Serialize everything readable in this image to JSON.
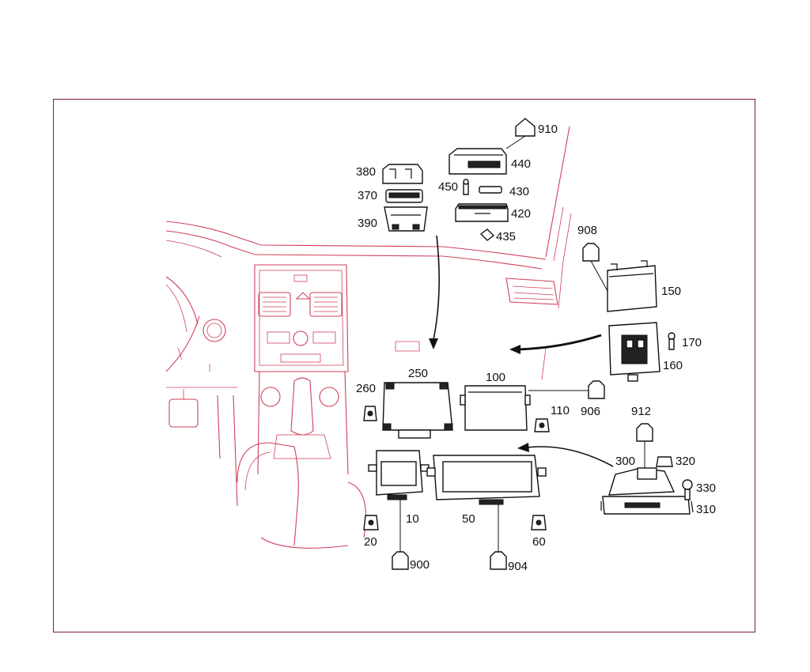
{
  "diagram": {
    "colors": {
      "vehicle_outline": "#d0405a",
      "frame": "#7a2030",
      "parts": "#111111"
    },
    "labels": {
      "p910": "910",
      "p440": "440",
      "p380": "380",
      "p370": "370",
      "p390": "390",
      "p450": "450",
      "p430": "430",
      "p420": "420",
      "p435": "435",
      "p908": "908",
      "p150": "150",
      "p170": "170",
      "p160": "160",
      "p250": "250",
      "p260": "260",
      "p100": "100",
      "p110": "110",
      "p906": "906",
      "p912": "912",
      "p300": "300",
      "p320": "320",
      "p330": "330",
      "p310": "310",
      "p10": "10",
      "p20": "20",
      "p50": "50",
      "p60": "60",
      "p900": "900",
      "p904": "904"
    }
  }
}
